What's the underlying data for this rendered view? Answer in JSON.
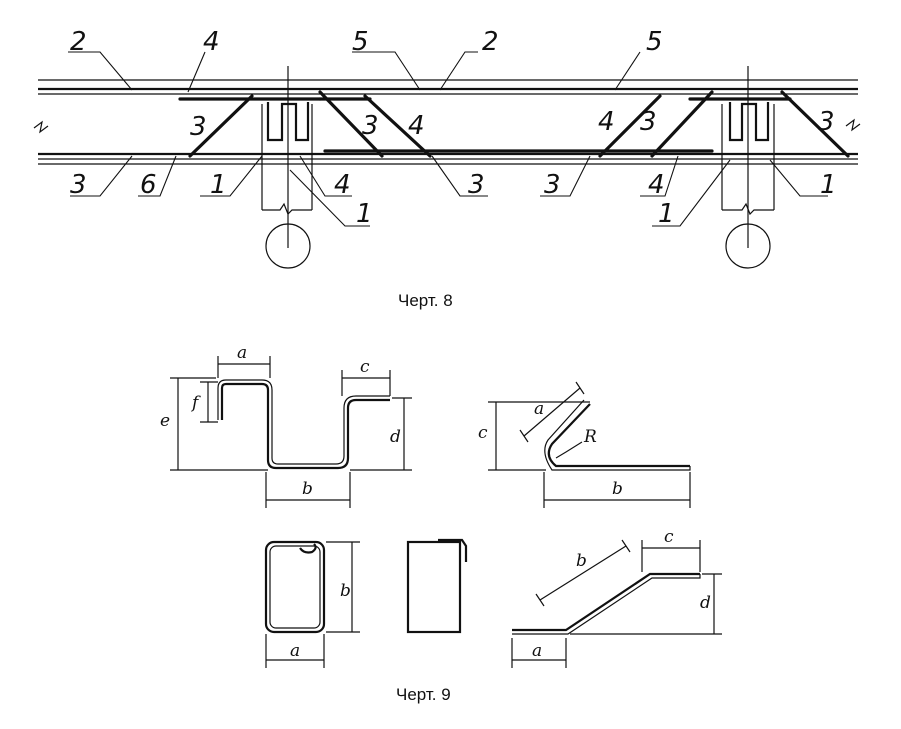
{
  "fig8": {
    "caption": "Черт. 8",
    "labels": {
      "top_2a": "2",
      "top_4": "4",
      "top_5a": "5",
      "top_2b": "2",
      "top_5b": "5",
      "in_3a": "3",
      "in_3b": "3",
      "in_4a": "4",
      "in_4b": "4",
      "in_3c": "3",
      "in_3d": "3",
      "bot_3a": "3",
      "bot_6": "6",
      "bot_1a": "1",
      "bot_4a": "4",
      "bot_1b": "1",
      "bot_3b": "3",
      "bot_3c": "3",
      "bot_4b": "4",
      "bot_1c": "1",
      "bot_1d": "1"
    }
  },
  "fig9": {
    "caption": "Черт. 9",
    "dims": {
      "u_a": "a",
      "u_c": "c",
      "u_f": "f",
      "u_e": "e",
      "u_d": "d",
      "u_b": "b",
      "h_a": "a",
      "h_R": "R",
      "h_c": "c",
      "h_b": "b",
      "s_b": "b",
      "s_a": "a",
      "z_b": "b",
      "z_c": "c",
      "z_d": "d",
      "z_a": "a"
    }
  }
}
